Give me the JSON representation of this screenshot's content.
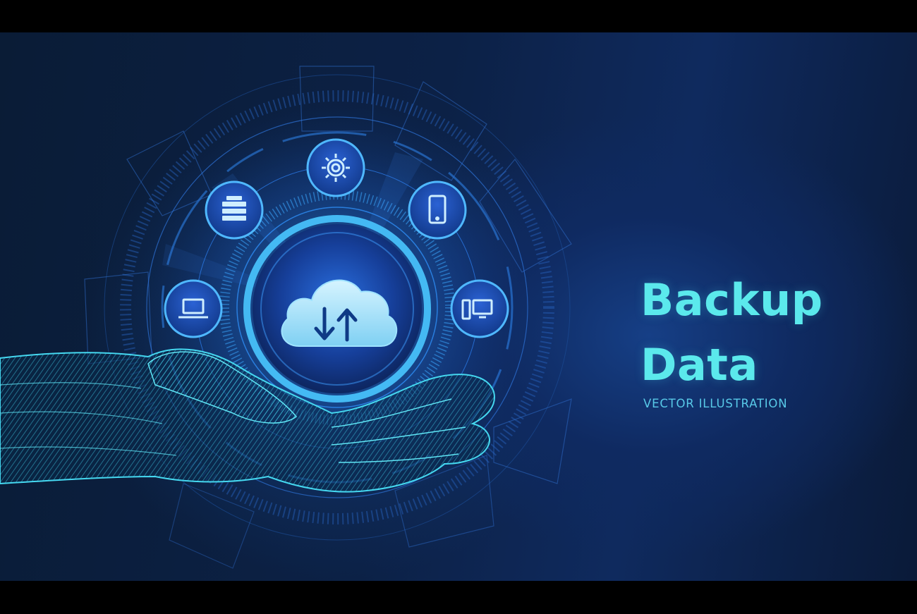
{
  "headline": {
    "line1": "Backup",
    "line2": "Data"
  },
  "subtitle": "VECTOR ILLUSTRATION",
  "icons": [
    "gear-icon",
    "server-icon",
    "smartphone-icon",
    "laptop-icon",
    "desktop-computer-icon",
    "cloud-sync-icon"
  ],
  "colors": {
    "accent": "#5be9ec",
    "subtitle": "#58c9e8",
    "hud_glow": "#2f8fff",
    "wire_hand": "#3fd8f0",
    "background": "#0c2146"
  }
}
